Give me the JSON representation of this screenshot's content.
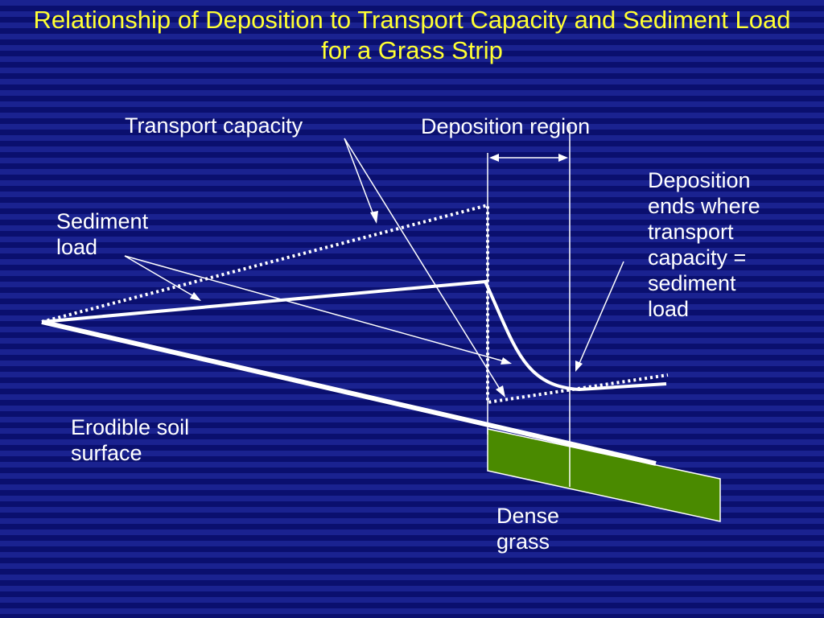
{
  "title": "Relationship of Deposition to Transport Capacity and Sediment Load for a Grass Strip",
  "labels": {
    "transport_capacity": "Transport capacity",
    "deposition_region": "Deposition region",
    "sediment_load_1": "Sediment",
    "sediment_load_2": "load",
    "deposition_ends_1": "Deposition",
    "deposition_ends_2": "ends where",
    "deposition_ends_3": "transport",
    "deposition_ends_4": "capacity =",
    "deposition_ends_5": "sediment",
    "deposition_ends_6": "load",
    "erodible_1": "Erodible soil",
    "erodible_2": "surface",
    "grass_1": "Dense",
    "grass_2": "grass"
  },
  "colors": {
    "title": "#ffff33",
    "grass": "#4a8a00",
    "lines": "#ffffff"
  }
}
